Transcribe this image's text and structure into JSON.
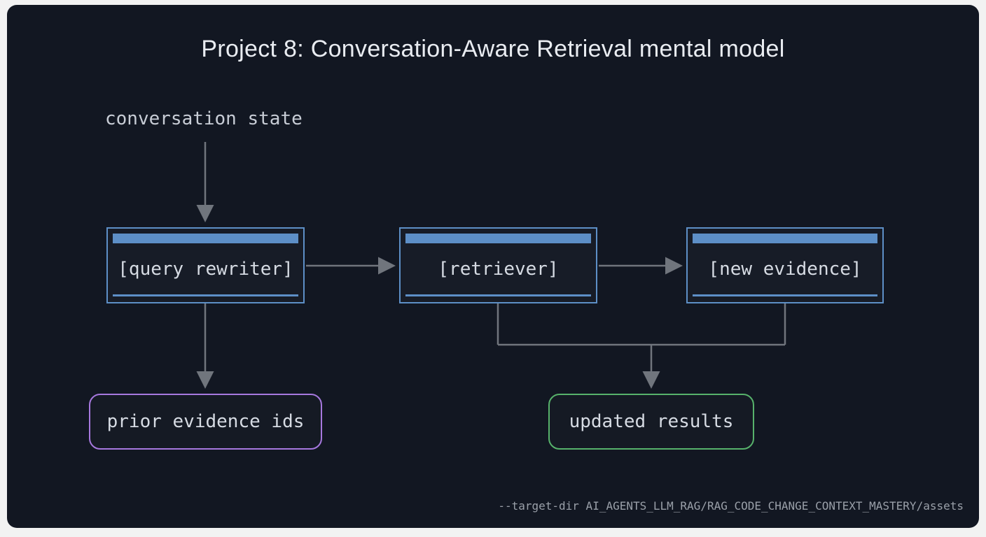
{
  "title": "Project 8: Conversation-Aware Retrieval mental model",
  "flow": {
    "input_label": "conversation state",
    "nodes": [
      {
        "id": "query-rewriter",
        "label": "[query rewriter]"
      },
      {
        "id": "retriever",
        "label": "[retriever]"
      },
      {
        "id": "new-evidence",
        "label": "[new evidence]"
      }
    ],
    "outputs": [
      {
        "id": "prior-evidence-ids",
        "label": "prior evidence ids"
      },
      {
        "id": "updated-results",
        "label": "updated results"
      }
    ]
  },
  "footer": {
    "command": "--target-dir AI_AGENTS_LLM_RAG/RAG_CODE_CHANGE_CONTEXT_MASTERY/assets"
  },
  "colors": {
    "panel_background": "#121722",
    "node_border": "#5d8fc7",
    "node_header_bar": "#5d8fc7",
    "prior_evidence_border": "#a678de",
    "updated_results_border": "#57b26b",
    "arrow": "#70757d",
    "node_text": "#d6dbe3",
    "title_text": "#e9ecf1",
    "caption_text": "#9aa0a9"
  }
}
